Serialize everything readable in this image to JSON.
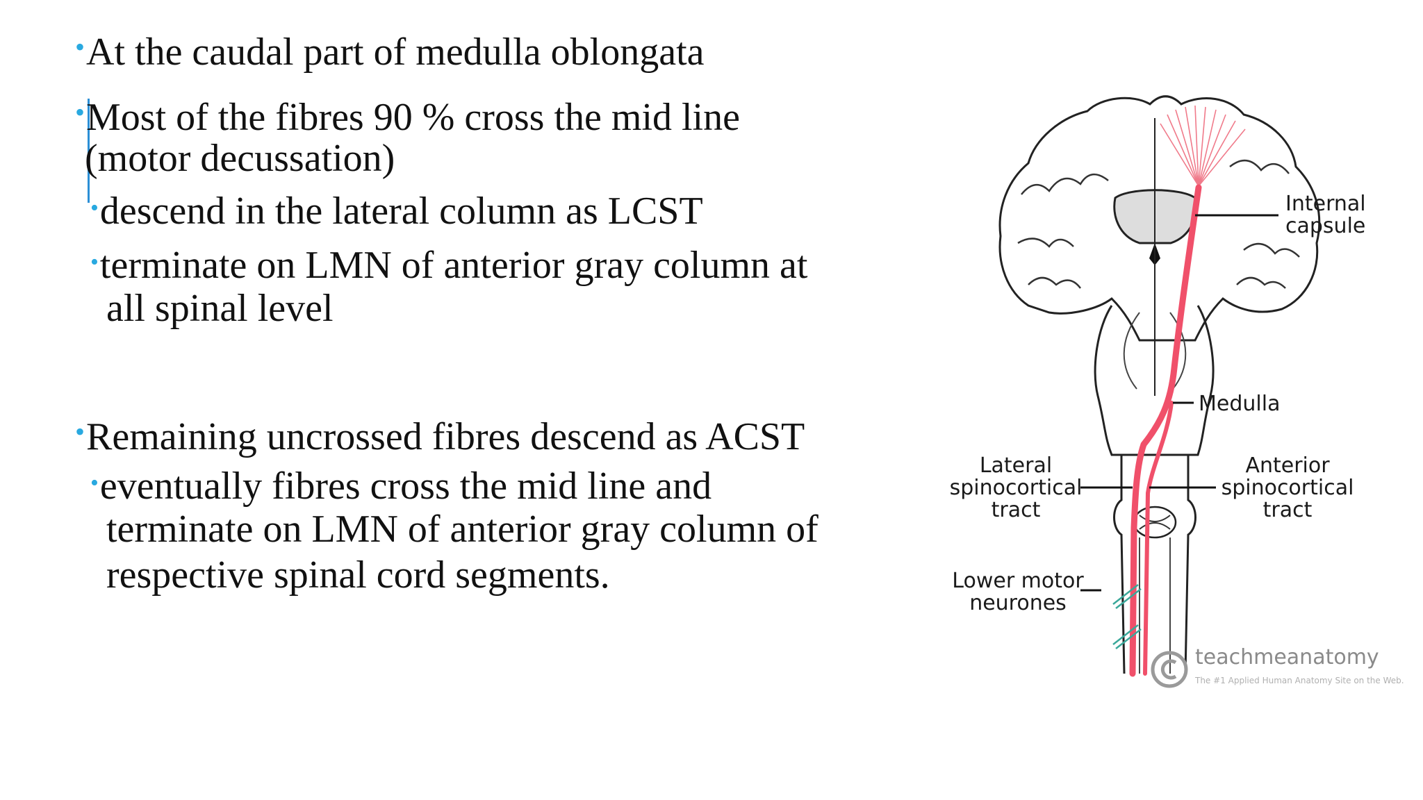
{
  "bullets": {
    "b1": "At the caudal part of  medulla oblongata",
    "b2_line1": "Most of the fibres 90 % cross the mid line",
    "b2_line2": "(motor decussation)",
    "b2_sub1": "descend in the lateral column as LCST",
    "b2_sub2_line1": "terminate on LMN of anterior gray column at",
    "b2_sub2_line2": "all spinal level",
    "b3": "Remaining uncrossed fibres descend as  ACST",
    "b3_sub1_line1": "eventually fibres cross the mid line and",
    "b3_sub1_line2": "terminate on LMN of anterior gray column of",
    "b3_sub1_line3": "respective spinal cord segments."
  },
  "figure": {
    "labels": {
      "internal_capsule_1": "Internal",
      "internal_capsule_2": "capsule",
      "medulla": "Medulla",
      "lateral_1": "Lateral",
      "lateral_2": "spinocortical",
      "lateral_3": "tract",
      "anterior_1": "Anterior",
      "anterior_2": "spinocortical",
      "anterior_3": "tract",
      "lmn_1": "Lower motor",
      "lmn_2": "neurones"
    },
    "watermark": "teachmeanatomy",
    "tagline": "The #1 Applied Human Anatomy Site on the Web."
  },
  "colors": {
    "bullet": "#29a9e0",
    "tract": "#f0506a",
    "outline": "#222222",
    "lmn": "#3aa89a"
  },
  "icons": {
    "copyright": "copyright-icon"
  }
}
